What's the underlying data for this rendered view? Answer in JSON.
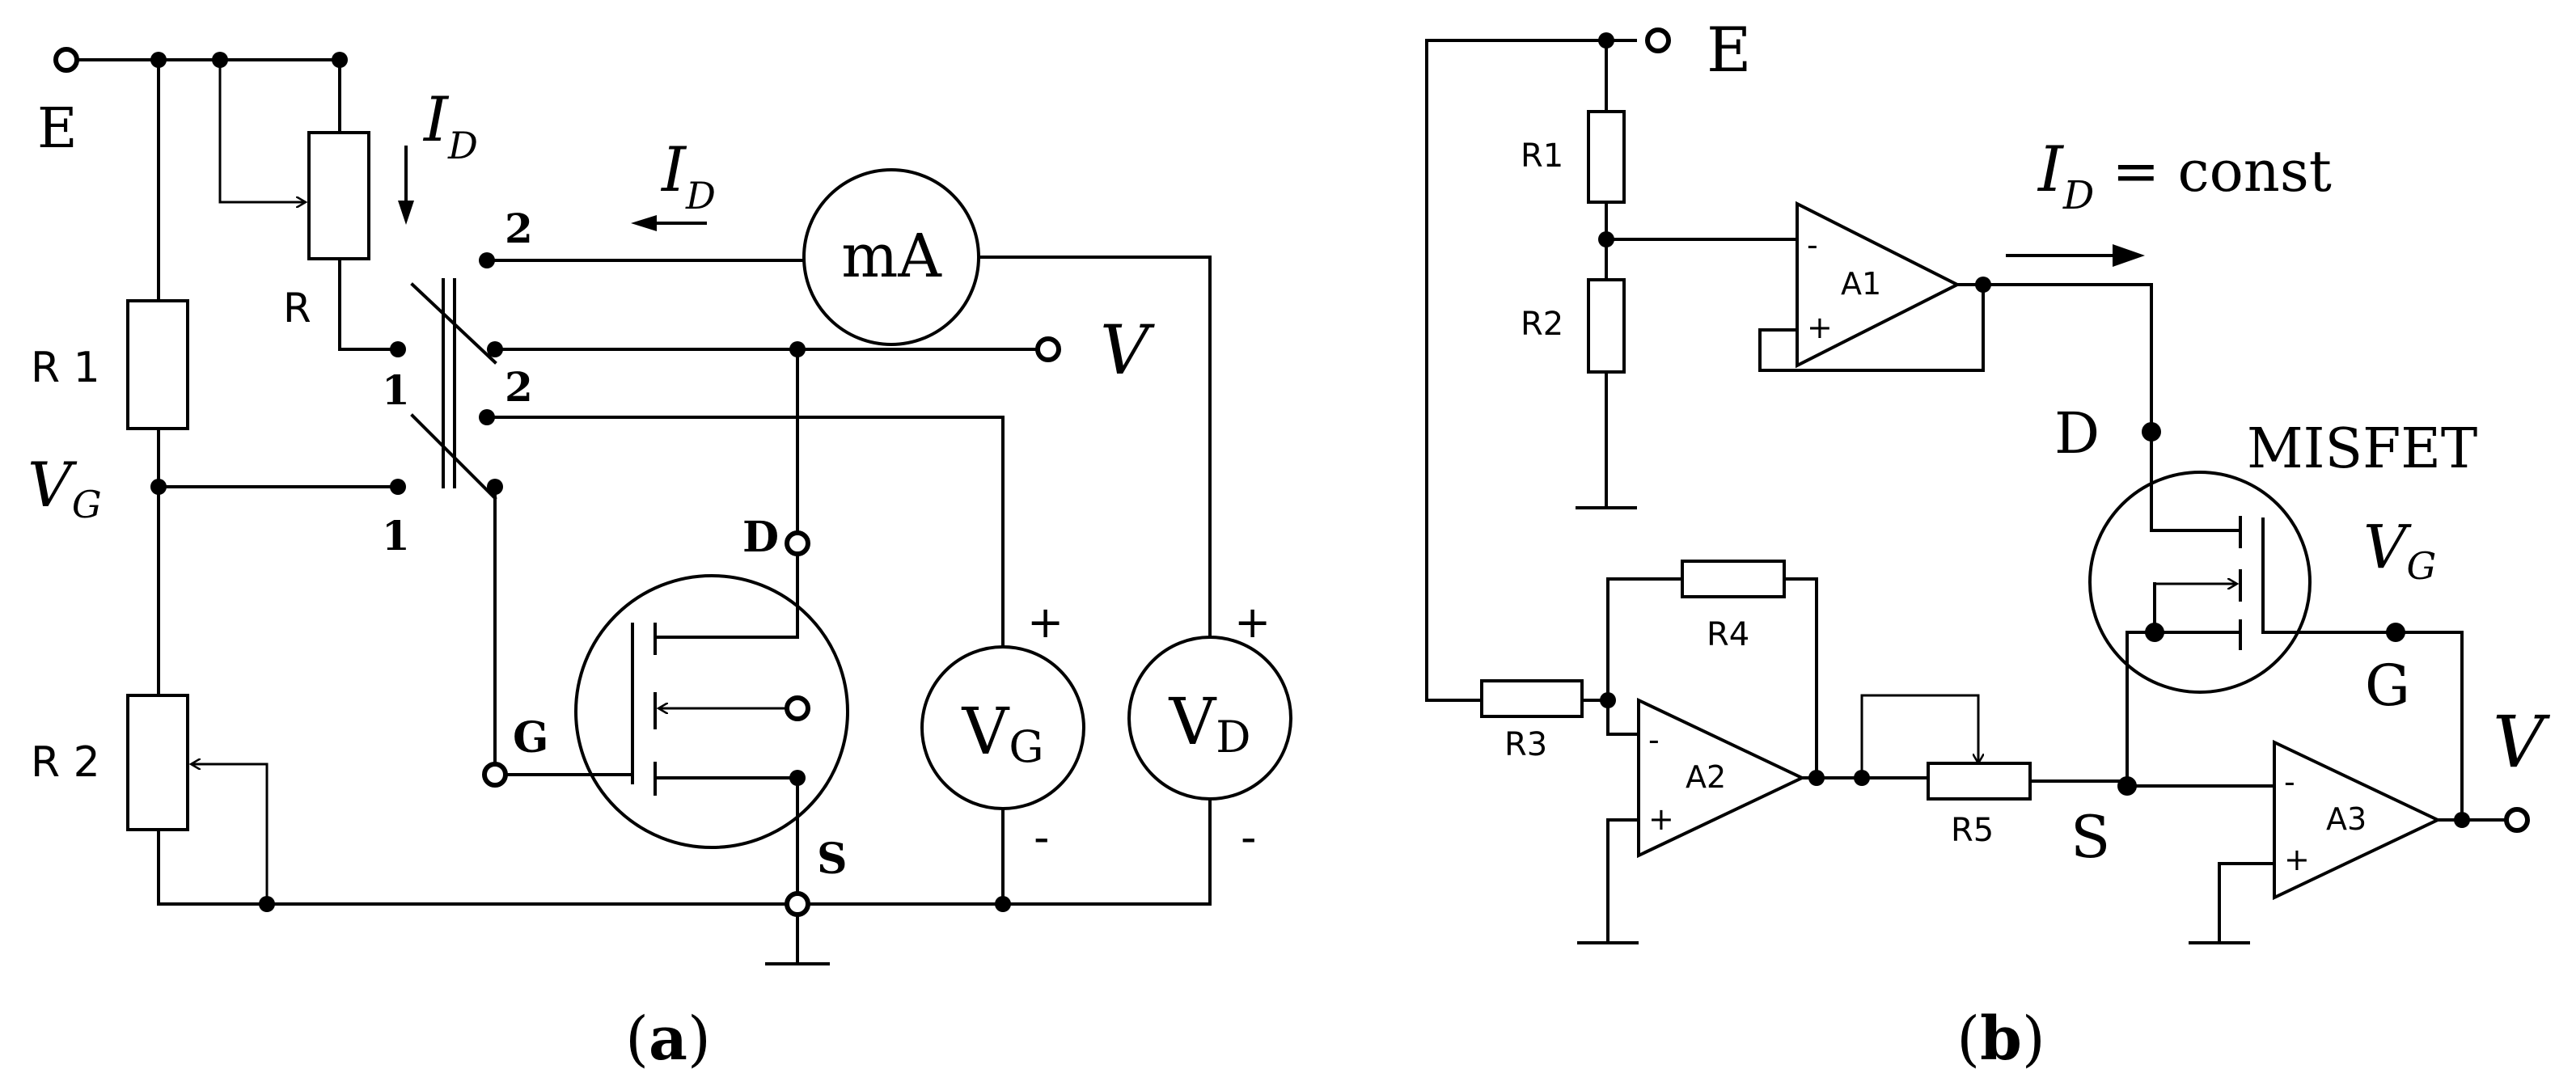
{
  "panel_a": {
    "caption": "(a)",
    "labels": {
      "e": "E",
      "r": "R",
      "r1": "R 1",
      "r2": "R 2",
      "vg_main": "V",
      "vg_sub": "G",
      "id_top_main": "I",
      "id_top_sub": "D",
      "id_arrow_main": "I",
      "id_arrow_sub": "D",
      "ma": "mA",
      "v_out": "V",
      "pos1_top": "1",
      "pos1_bottom": "1",
      "pos2_top": "2",
      "pos2_bottom": "2",
      "d": "D",
      "g": "G",
      "s": "S",
      "meter_vg_main": "V",
      "meter_vg_sub": "G",
      "meter_vd_main": "V",
      "meter_vd_sub": "D",
      "plus_vg": "+",
      "minus_vg": "-",
      "plus_vd": "+",
      "minus_vd": "-"
    }
  },
  "panel_b": {
    "caption": "(b)",
    "labels": {
      "e": "E",
      "r1": "R1",
      "r2": "R2",
      "r3": "R3",
      "r4": "R4",
      "r5": "R5",
      "a1": "A1",
      "a2": "A2",
      "a3": "A3",
      "id_main": "I",
      "id_sub": "D",
      "id_rest": " = const",
      "d": "D",
      "misfet": "MISFET",
      "vg_main": "V",
      "vg_sub": "G",
      "g": "G",
      "s": "S",
      "v_out": "V",
      "minus": "-",
      "plus": "+"
    }
  }
}
